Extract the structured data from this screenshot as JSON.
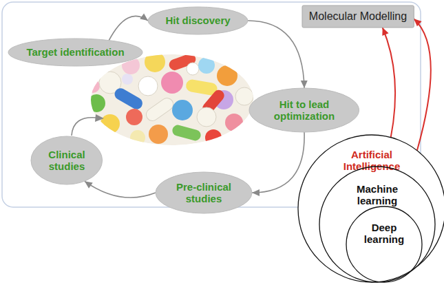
{
  "diagram": {
    "nodes": [
      {
        "text": [
          "Hit discovery"
        ]
      },
      {
        "text": [
          "Molecular Modelling"
        ]
      },
      {
        "text": [
          "Target identification"
        ]
      },
      {
        "text": [
          "Hit to lead optimization"
        ]
      },
      {
        "text": [
          "Clinical studies"
        ]
      },
      {
        "text": [
          "Pre-clinical studies"
        ]
      },
      {
        "text": [
          "Artificial Intelligence"
        ]
      },
      {
        "text": [
          "Machine learning"
        ],
        "in": 6
      },
      {
        "text": [
          "Deep learning"
        ],
        "in": 7
      }
    ],
    "edges": [
      {
        "from": 2,
        "to": 0,
        "arrow": "to"
      },
      {
        "from": 0,
        "to": 3,
        "arrow": "to"
      },
      {
        "from": 3,
        "to": 5,
        "arrow": "to"
      },
      {
        "from": 5,
        "to": 4,
        "arrow": "to"
      },
      {
        "from": 6,
        "to": 1,
        "arrow": "to"
      },
      {
        "from": 6,
        "to": 1,
        "arrow": "to"
      }
    ]
  }
}
